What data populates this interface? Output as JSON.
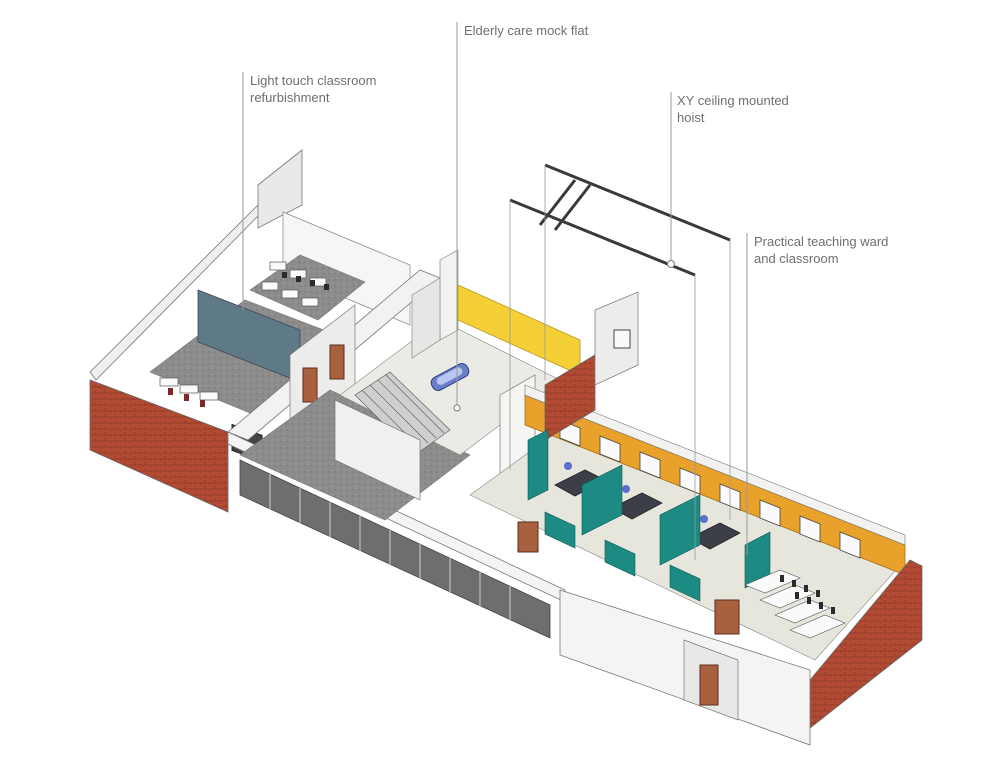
{
  "callouts": {
    "classroom": [
      "Light touch classroom",
      "refurbishment"
    ],
    "flat": [
      "Elderly care mock flat"
    ],
    "hoist": [
      "XY ceiling mounted",
      "hoist"
    ],
    "ward": [
      "Practical teaching ward",
      "and classroom"
    ]
  },
  "colors": {
    "brick": "#b34a33",
    "yellow_wall": "#f4cf36",
    "orange_wall": "#e8a12a",
    "blue_wall": "#5d7a86",
    "curtain": "#1d8a84",
    "floor_grey": "#8a8a8a",
    "floor_light": "#e6e6dd",
    "wall_white": "#f4f4f2",
    "leader_line": "#9a9a9a"
  },
  "icons": [
    "hoist-rail",
    "hospital-bed",
    "privacy-curtain",
    "staircase",
    "classroom-chair",
    "door",
    "window"
  ]
}
